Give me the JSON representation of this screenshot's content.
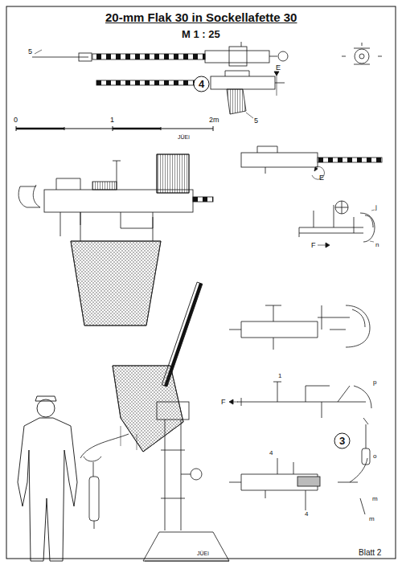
{
  "diagram": {
    "title": "20-mm Flak 30 in Sockellafette 30",
    "nodes": [
      {
        "text": [
          "4"
        ]
      },
      {
        "text": [
          "3"
        ]
      }
    ],
    "labels": [
      "M 1 : 25",
      "5",
      "E",
      "5",
      "0",
      "1",
      "2m",
      "JÜEi",
      "E",
      "j",
      "F",
      "n",
      "F",
      "1",
      "p",
      "o",
      "4",
      "4",
      "m",
      "m",
      "JÜEi",
      "Blatt 2"
    ]
  }
}
